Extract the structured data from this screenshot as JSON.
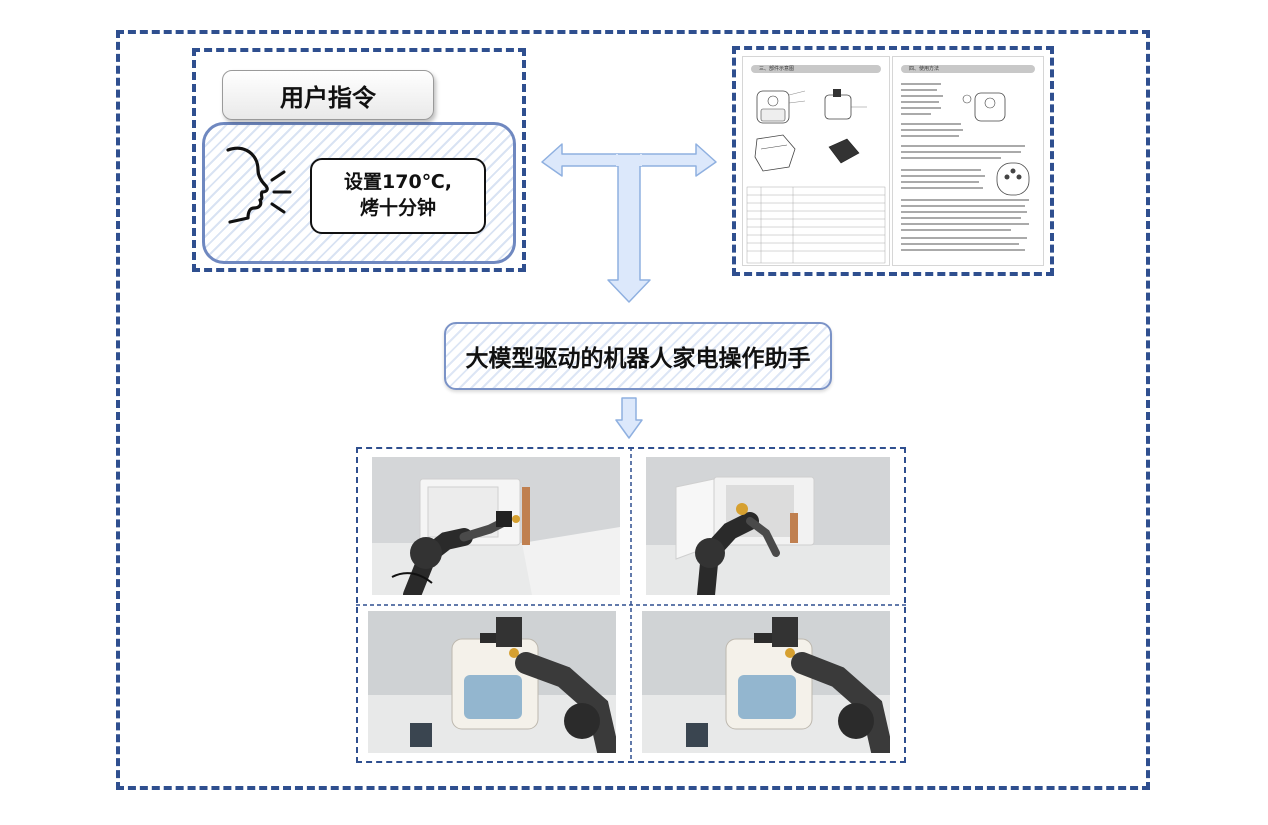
{
  "command": {
    "title": "用户指令",
    "speech_line1": "设置170℃,",
    "speech_line2": "烤十分钟"
  },
  "center_label": "大模型驱动的机器人家电操作助手",
  "manual": {
    "left_heading": "三、部件示意图",
    "right_heading": "四、使用方法"
  },
  "icons": [
    "speaking-head-icon",
    "double-arrow-icon",
    "down-arrow-icon"
  ],
  "colors": {
    "frame_dash": "#2f4f8f",
    "arrow_fill": "#dce8fb",
    "arrow_stroke": "#8fb0e0",
    "hatch": "#d9e3f3"
  },
  "photos": [
    {
      "scene": "microwave-closed"
    },
    {
      "scene": "microwave-open"
    },
    {
      "scene": "airfryer-1"
    },
    {
      "scene": "airfryer-2"
    }
  ]
}
